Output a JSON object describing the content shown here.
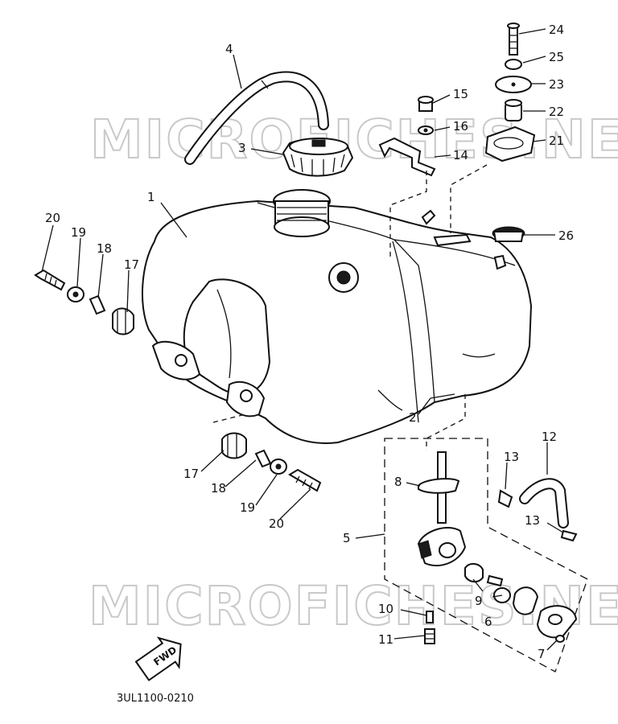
{
  "watermark": "MICROFICHES.NET",
  "drawing_code": "3UL1100-0210",
  "fwd_label": "FWD",
  "callouts": [
    "1",
    "2",
    "3",
    "4",
    "5",
    "6",
    "7",
    "8",
    "9",
    "10",
    "11",
    "12",
    "13",
    "13",
    "14",
    "15",
    "16",
    "17",
    "17",
    "18",
    "18",
    "19",
    "19",
    "20",
    "20",
    "21",
    "22",
    "23",
    "24",
    "25",
    "26"
  ]
}
